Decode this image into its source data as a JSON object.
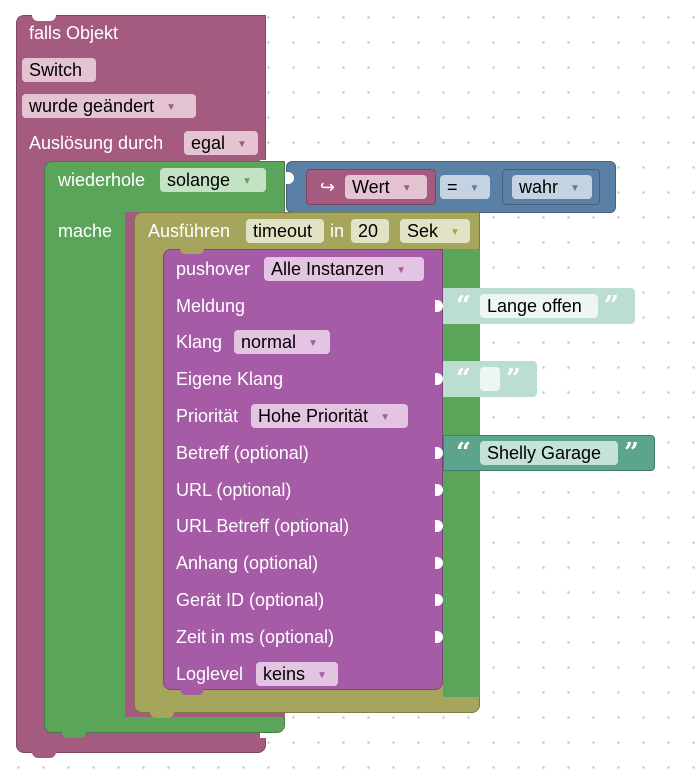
{
  "event_block": {
    "title": "falls Objekt",
    "object": "Switch",
    "trigger": "wurde geändert",
    "trigger_by_label": "Auslösung durch",
    "trigger_by_value": "egal"
  },
  "loop_block": {
    "label": "wiederhole",
    "mode": "solange",
    "do_label": "mache"
  },
  "condition": {
    "variable": "Wert",
    "variable_icon": "↪",
    "operator": "=",
    "value": "wahr"
  },
  "timeout_block": {
    "label": "Ausführen",
    "type": "timeout",
    "in_label": "in",
    "delay": "20",
    "unit": "Sek"
  },
  "pushover_block": {
    "label": "pushover",
    "instance": "Alle Instanzen",
    "rows": {
      "message": "Meldung",
      "sound": "Klang",
      "sound_value": "normal",
      "custom_sound": "Eigene Klang",
      "priority": "Priorität",
      "priority_value": "Hohe Priorität",
      "subject": "Betreff (optional)",
      "url": "URL (optional)",
      "url_title": "URL Betreff (optional)",
      "attachment": "Anhang (optional)",
      "device": "Gerät ID (optional)",
      "time": "Zeit in ms (optional)",
      "loglevel": "Loglevel",
      "loglevel_value": "keins"
    }
  },
  "text_blocks": {
    "message_text": "Lange offen",
    "custom_sound_text": "",
    "subject_text": "Shelly Garage",
    "open_quote": "“",
    "close_quote": "”"
  },
  "colors": {
    "event": "#a55b80",
    "loop": "#5ba55b",
    "logic": "#5b80a5",
    "timeout": "#a5a55b",
    "pushover": "#a55ba5",
    "text": "#5ba58c",
    "text_disabled": "#bcded0"
  }
}
